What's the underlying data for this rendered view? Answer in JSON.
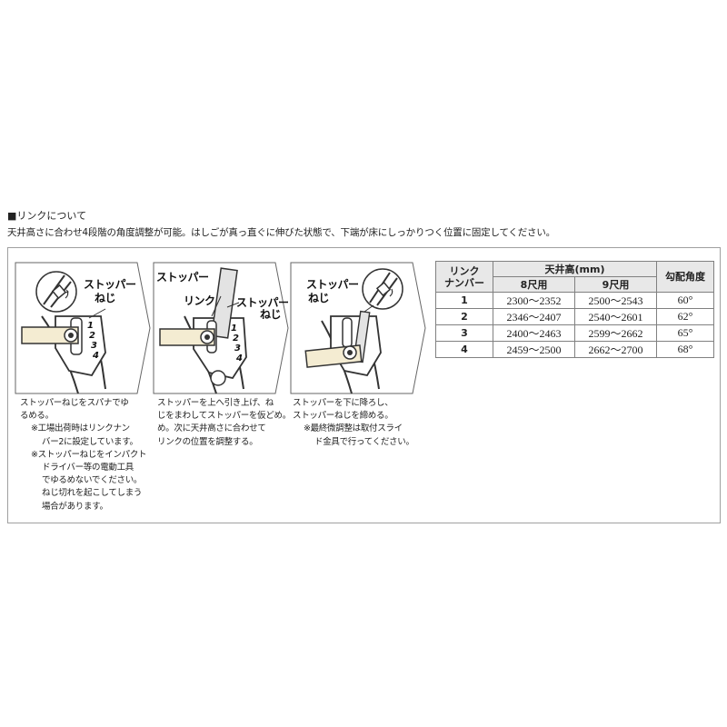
{
  "section_title": "■リンクについて",
  "intro": "天井高さに合わせ4段階の角度調整が可能。はしごが真っ直ぐに伸びた状態で、下端が床にしっかりつく位置に固定してください。",
  "steps": [
    {
      "labels": [
        "ストッパー",
        "ねじ"
      ],
      "text": [
        "ストッパーねじをスパナでゆ",
        "るめる。",
        "※工場出荷時はリンクナン",
        "バー2に設定しています。",
        "※ストッパーねじをインパクト",
        "ドライバー等の電動工具",
        "でゆるめないでください。",
        "ねじ切れを起こしてしまう",
        "場合があります。"
      ]
    },
    {
      "labels": [
        "ストッパー",
        "リンク",
        "ストッパー",
        "ねじ"
      ],
      "text": [
        "ストッパーを上へ引き上げ、ね",
        "じをまわしてストッパーを仮どめ。",
        "め。次に天井高さに合わせて",
        "リンクの位置を調整する。"
      ]
    },
    {
      "labels": [
        "ストッパー",
        "ねじ"
      ],
      "text": [
        "ストッパーを下に降ろし、",
        "ストッパーねじを締める。",
        "※最終微調整は取付スライ",
        "ド金具で行ってください。"
      ]
    }
  ],
  "link_numbers": [
    "1",
    "2",
    "3",
    "4"
  ],
  "table": {
    "col_link": [
      "リンク",
      "ナンバー"
    ],
    "col_height": "天井高(mm)",
    "col_8": "8尺用",
    "col_9": "9尺用",
    "col_angle": "勾配角度",
    "rows": [
      {
        "num": "1",
        "h8": "2300〜2352",
        "h9": "2500〜2543",
        "angle": "60°"
      },
      {
        "num": "2",
        "h8": "2346〜2407",
        "h9": "2540〜2601",
        "angle": "62°"
      },
      {
        "num": "3",
        "h8": "2400〜2463",
        "h9": "2599〜2662",
        "angle": "65°"
      },
      {
        "num": "4",
        "h8": "2459〜2500",
        "h9": "2662〜2700",
        "angle": "68°"
      }
    ]
  }
}
